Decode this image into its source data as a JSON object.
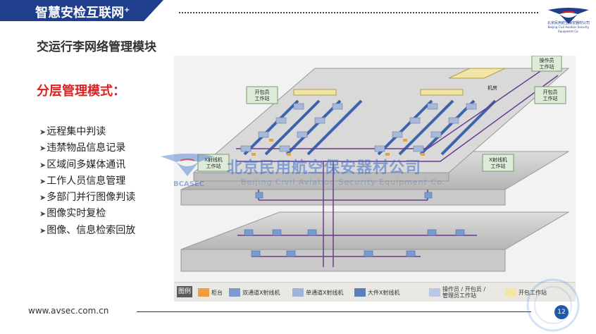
{
  "header": {
    "banner_title": "智慧安检互联网",
    "banner_sup": "+",
    "company_logo_caption": "北京民用航空保安器材公司",
    "company_logo_caption_en": "Beijing Civil Aviation Security Equipment Co."
  },
  "page": {
    "subtitle": "交运行李网络管理模块",
    "mode_title": "分层管理模式：",
    "features": [
      "远程集中判读",
      "违禁物品信息记录",
      "区域间多媒体通讯",
      "工作人员信息管理",
      "多部门并行图像判读",
      "图像实时复检",
      "图像、信息检索回放"
    ]
  },
  "diagram": {
    "labels": {
      "operator": "操作员\n工作站",
      "server_room": "机房",
      "unpacker_left": "开包员\n工作站",
      "unpacker_right": "开包员\n工作站",
      "xray_left": "X射线机\n工作站",
      "xray_right": "X射线机\n工作站"
    },
    "legend": {
      "tag": "图例",
      "items": [
        "柜台",
        "双通道X射线机",
        "单通道X射线机",
        "大件X射线机",
        "操作员 / 开包员 /\n管理员工作站",
        "开包工作站"
      ]
    }
  },
  "watermark": {
    "cn": "北京民用航空保安器材公司",
    "en": "Beijing Civil Aviation Security Equipment Co.",
    "abbr": "BCASEC"
  },
  "footer": {
    "url": "www.avsec.com.cn",
    "page_number": "12"
  },
  "colors": {
    "brand_blue": "#1f3f8c",
    "accent_red": "#e02020",
    "conveyor_blue": "#3a64b0",
    "network_purple": "#6b3b8c"
  }
}
